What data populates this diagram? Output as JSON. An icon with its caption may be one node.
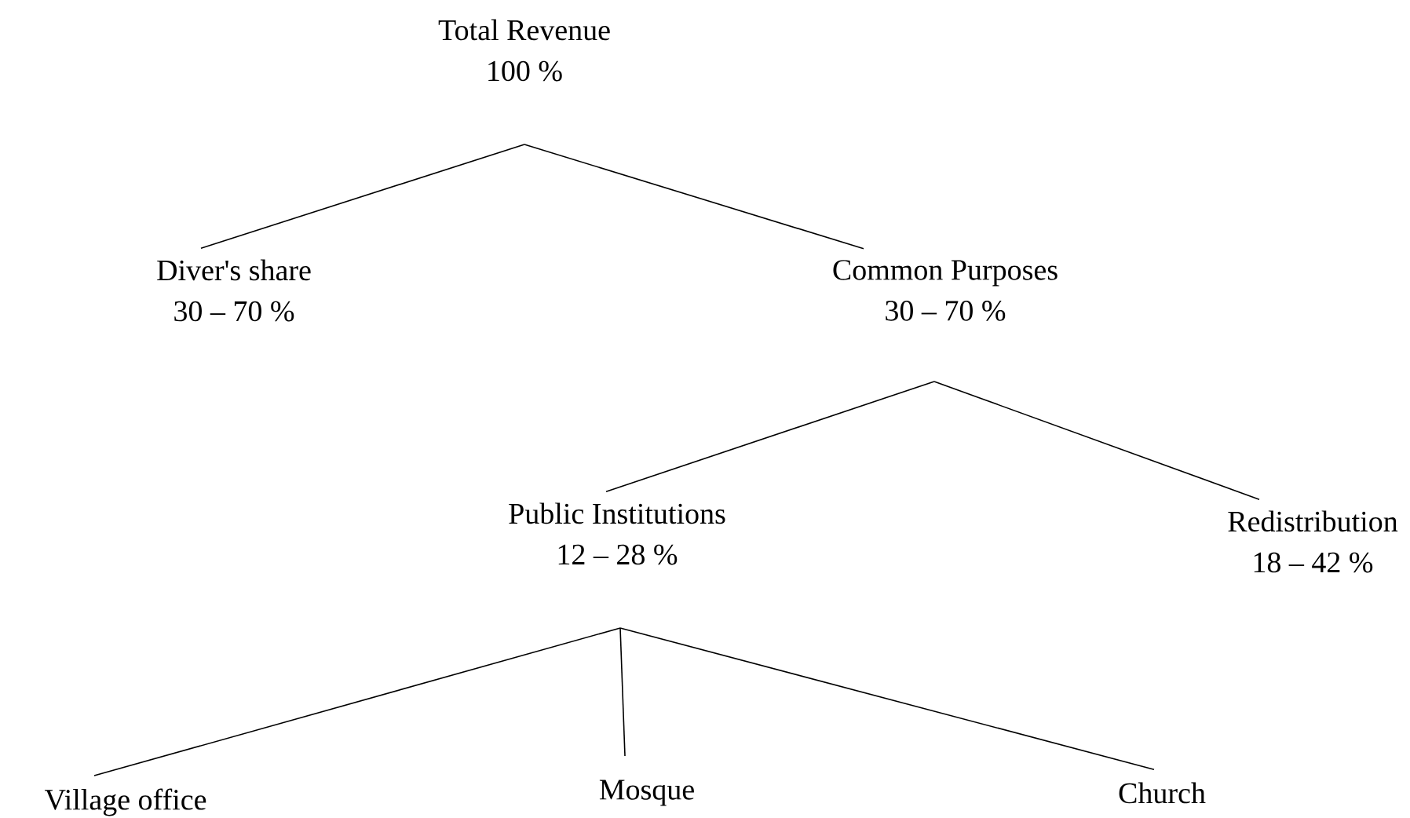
{
  "diagram": {
    "nodes": [
      {
        "text": [
          "Total Revenue",
          "100 %"
        ]
      },
      {
        "text": [
          "Diver's share",
          "30 – 70 %"
        ]
      },
      {
        "text": [
          "Common Purposes",
          "30 – 70 %"
        ]
      },
      {
        "text": [
          "Public Institutions",
          "12 – 28 %"
        ]
      },
      {
        "text": [
          "Redistribution",
          "18 – 42 %"
        ]
      },
      {
        "text": [
          "Village office"
        ]
      },
      {
        "text": [
          "Mosque"
        ]
      },
      {
        "text": [
          "Church"
        ]
      }
    ],
    "edges": [
      {
        "from": 0,
        "to": 1,
        "arrow": "none"
      },
      {
        "from": 0,
        "to": 2,
        "arrow": "none"
      },
      {
        "from": 2,
        "to": 3,
        "arrow": "none"
      },
      {
        "from": 2,
        "to": 4,
        "arrow": "none"
      },
      {
        "from": 3,
        "to": 5,
        "arrow": "none"
      },
      {
        "from": 3,
        "to": 6,
        "arrow": "none"
      },
      {
        "from": 3,
        "to": 7,
        "arrow": "none"
      }
    ]
  }
}
